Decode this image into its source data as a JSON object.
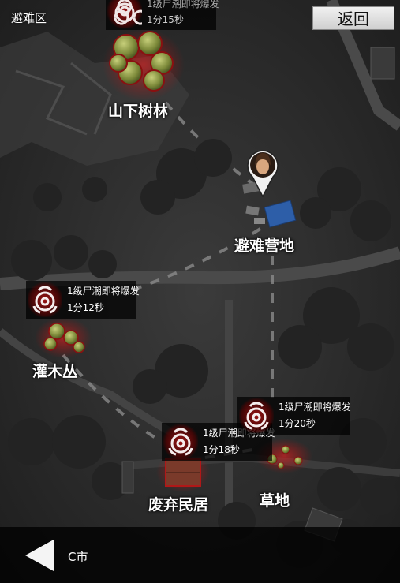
{
  "header": {
    "title": "避难区",
    "back_label": "返回"
  },
  "locations": [
    {
      "name": "山下树林",
      "warning": {
        "line1": "1级尸潮即将爆发",
        "line2": "1分15秒"
      }
    },
    {
      "name": "避难营地"
    },
    {
      "name": "灌木丛",
      "warning": {
        "line1": "1级尸潮即将爆发",
        "line2": "1分12秒"
      }
    },
    {
      "name": "废弃民居",
      "warning": {
        "line1": "1级尸潮即将爆发",
        "line2": "1分18秒"
      }
    },
    {
      "name": "草地",
      "warning": {
        "line1": "1级尸潮即将爆发",
        "line2": "1分20秒"
      }
    }
  ],
  "footer": {
    "city": "C市"
  },
  "colors": {
    "danger": "#b01818",
    "tree": "#8e9a45",
    "camp_tarp": "#2d5ea8"
  },
  "icons": [
    "biohazard-icon",
    "survivor-avatar-icon",
    "back-arrow-icon"
  ]
}
